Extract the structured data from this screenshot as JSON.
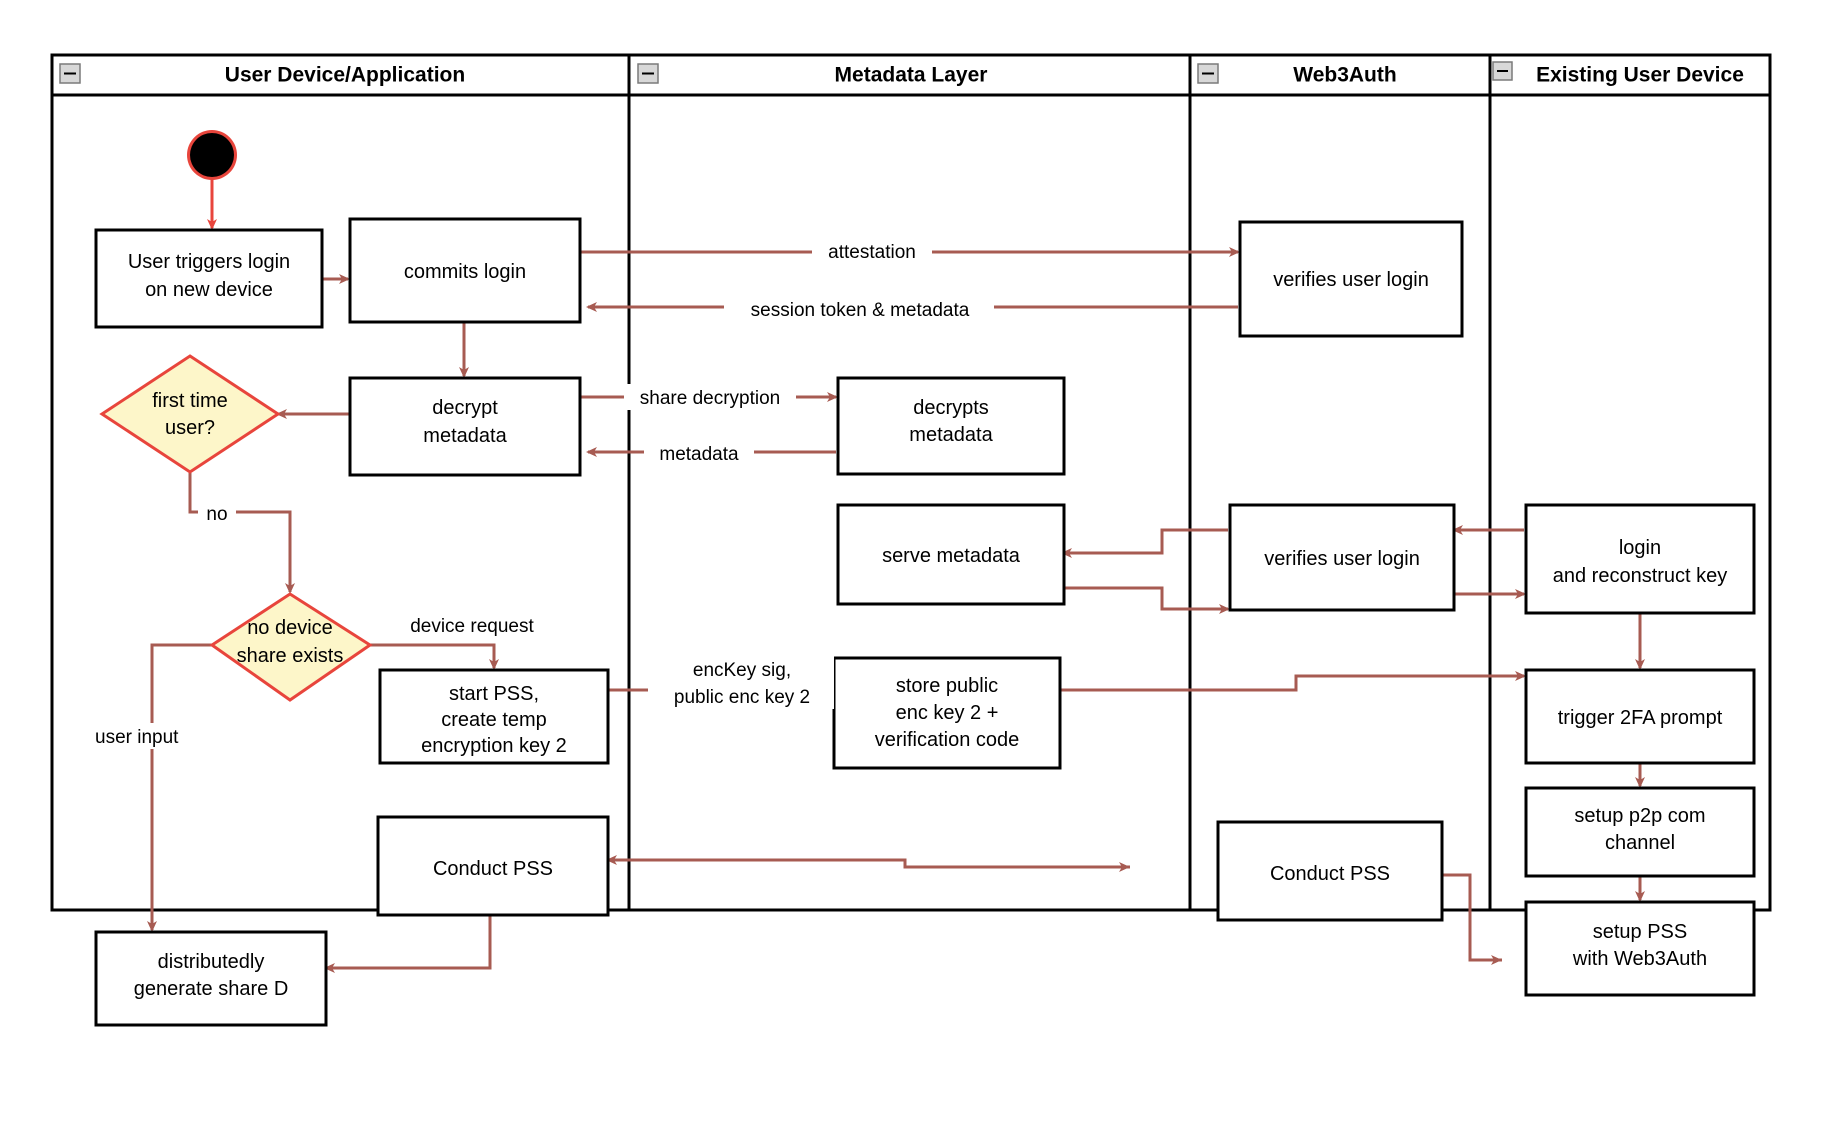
{
  "diagram": {
    "type": "swimlane-activity-flowchart",
    "colors": {
      "lane_border": "#000000",
      "node_border": "#000000",
      "node_fill": "#ffffff",
      "decision_fill": "#fdf6c9",
      "decision_border": "#e8453c",
      "arrow": "#a75b52",
      "start_arrow": "#e8453c",
      "background": "#ffffff",
      "collapse_icon_fill": "#d8d8d8"
    },
    "lanes": [
      {
        "id": "user-device",
        "title": "User Device/Application",
        "collapse_icon": "minus-icon"
      },
      {
        "id": "metadata-layer",
        "title": "Metadata Layer",
        "collapse_icon": "minus-icon"
      },
      {
        "id": "web3auth",
        "title": "Web3Auth",
        "collapse_icon": "minus-icon"
      },
      {
        "id": "existing-user-device",
        "title": "Existing User Device",
        "collapse_icon": "minus-icon"
      }
    ],
    "nodes": [
      {
        "id": "start",
        "lane": "user-device",
        "shape": "start-circle",
        "label": ""
      },
      {
        "id": "user-triggers-login",
        "lane": "user-device",
        "shape": "rect",
        "label_lines": [
          "User triggers login",
          "on new device"
        ]
      },
      {
        "id": "commits-login",
        "lane": "user-device",
        "shape": "rect",
        "label_lines": [
          "commits login"
        ]
      },
      {
        "id": "decrypt-metadata",
        "lane": "user-device",
        "shape": "rect",
        "label_lines": [
          "decrypt",
          "metadata"
        ]
      },
      {
        "id": "first-time-user",
        "lane": "user-device",
        "shape": "diamond",
        "label_lines": [
          "first time",
          "user?"
        ]
      },
      {
        "id": "no-device-share-exists",
        "lane": "user-device",
        "shape": "diamond",
        "label_lines": [
          "no device",
          "share exists"
        ]
      },
      {
        "id": "start-pss-create-temp-key",
        "lane": "user-device",
        "shape": "rect",
        "label_lines": [
          "start PSS,",
          "create temp",
          "encryption key 2"
        ]
      },
      {
        "id": "conduct-pss-user",
        "lane": "user-device",
        "shape": "rect",
        "label_lines": [
          "Conduct PSS"
        ]
      },
      {
        "id": "distributedly-generate-share-d",
        "lane": "user-device",
        "shape": "rect",
        "label_lines": [
          "distributedly",
          "generate share D"
        ]
      },
      {
        "id": "decrypts-metadata",
        "lane": "metadata-layer",
        "shape": "rect",
        "label_lines": [
          "decrypts",
          "metadata"
        ]
      },
      {
        "id": "serve-metadata",
        "lane": "metadata-layer",
        "shape": "rect",
        "label_lines": [
          "serve metadata"
        ]
      },
      {
        "id": "store-public-enc-key",
        "lane": "metadata-layer",
        "shape": "rect",
        "label_lines": [
          "store public",
          "enc key 2 +",
          "verification code"
        ]
      },
      {
        "id": "verifies-user-login-top",
        "lane": "web3auth",
        "shape": "rect",
        "label_lines": [
          "verifies user login"
        ]
      },
      {
        "id": "verifies-user-login-mid",
        "lane": "web3auth",
        "shape": "rect",
        "label_lines": [
          "verifies user login"
        ]
      },
      {
        "id": "conduct-pss-web3auth",
        "lane": "web3auth",
        "shape": "rect",
        "label_lines": [
          "Conduct PSS"
        ]
      },
      {
        "id": "login-and-reconstruct-key",
        "lane": "existing-user-device",
        "shape": "rect",
        "label_lines": [
          "login",
          "and reconstruct key"
        ]
      },
      {
        "id": "trigger-2fa-prompt",
        "lane": "existing-user-device",
        "shape": "rect",
        "label_lines": [
          "trigger 2FA prompt"
        ]
      },
      {
        "id": "setup-p2p-com-channel",
        "lane": "existing-user-device",
        "shape": "rect",
        "label_lines": [
          "setup p2p com",
          "channel"
        ]
      },
      {
        "id": "setup-pss-with-web3auth",
        "lane": "existing-user-device",
        "shape": "rect",
        "label_lines": [
          "setup PSS",
          "with Web3Auth"
        ]
      }
    ],
    "edge_labels": [
      {
        "id": "attestation",
        "text": "attestation"
      },
      {
        "id": "session-token-metadata",
        "text": "session token & metadata"
      },
      {
        "id": "share-decryption",
        "text": "share decryption"
      },
      {
        "id": "metadata",
        "text": "metadata"
      },
      {
        "id": "no",
        "text": "no"
      },
      {
        "id": "device-request",
        "text": "device request"
      },
      {
        "id": "user-input",
        "text": "user input"
      },
      {
        "id": "enckey-sig-line1",
        "text": "encKey sig,"
      },
      {
        "id": "enckey-sig-line2",
        "text": "public enc key 2"
      }
    ]
  }
}
